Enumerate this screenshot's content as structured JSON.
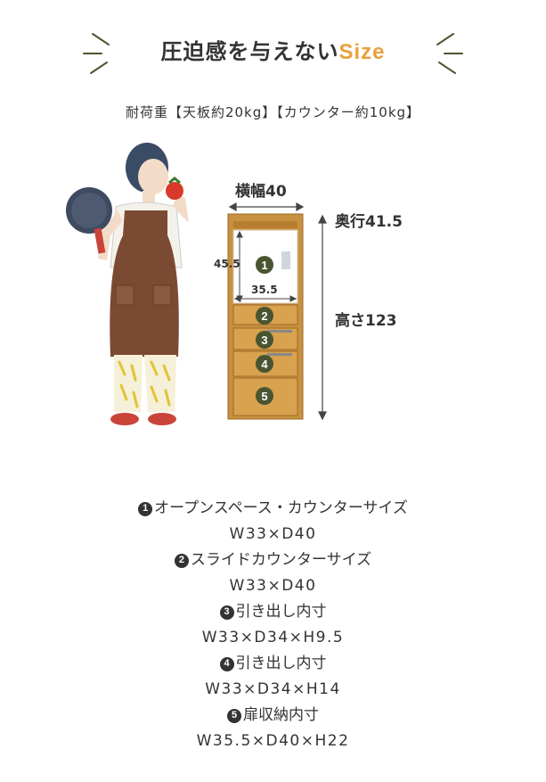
{
  "header": {
    "title_main": "圧迫感を与えない",
    "title_accent": "Size",
    "load_capacity": "耐荷重【天板約20kg】【カウンター約10kg】"
  },
  "dimensions": {
    "width": "横幅40",
    "depth": "奥行41.5",
    "height": "高さ123",
    "inner_height": "45.5",
    "inner_width": "35.5"
  },
  "badges": [
    "1",
    "2",
    "3",
    "4",
    "5"
  ],
  "specs": [
    {
      "num": "1",
      "name": "オープンスペース・カウンターサイズ",
      "size": "W33×D40"
    },
    {
      "num": "2",
      "name": "スライドカウンターサイズ",
      "size": "W33×D40"
    },
    {
      "num": "3",
      "name": "引き出し内寸",
      "size": "W33×D34×H9.5"
    },
    {
      "num": "4",
      "name": "引き出し内寸",
      "size": "W33×D34×H14"
    },
    {
      "num": "5",
      "name": "扉収納内寸",
      "size": "W35.5×D40×H22"
    }
  ],
  "colors": {
    "accent": "#e8a13b",
    "badge": "#4a5530",
    "wood": "#c8913f",
    "apron": "#7b4a33"
  }
}
